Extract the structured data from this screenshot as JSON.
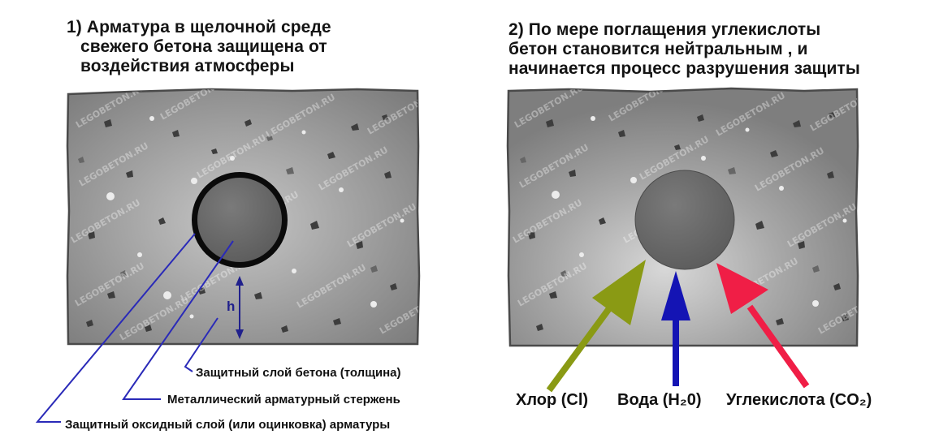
{
  "panel1": {
    "title_lines": [
      "1) Арматура в щелочной среде",
      "свежего бетона защищена от",
      "воздействия атмосферы"
    ],
    "labels": {
      "h": "h",
      "cover": "Защитный слой бетона (толщина)",
      "bar": "Металлический арматурный стержень",
      "oxide": "Защитный оксидный слой (или оцинковка) арматуры"
    }
  },
  "panel2": {
    "title_lines": [
      "2) По мере поглащения углекислоты",
      "бетон становится нейтральным , и",
      "начинается процесс разрушения защиты"
    ],
    "agents": {
      "chlorine": "Хлор (Cl)",
      "water": "Вода (H₂0)",
      "co2": "Углекислота (CO₂)"
    }
  },
  "watermark": "LEGOBETON.RU",
  "colors": {
    "concrete": "#8a8a8a",
    "rebar": "#6b6b6b",
    "leader_lines": "#2a2ab8",
    "chlorine_arrow": "#8a9a14",
    "water_arrow": "#1414b4",
    "co2_arrow": "#f01e46"
  }
}
